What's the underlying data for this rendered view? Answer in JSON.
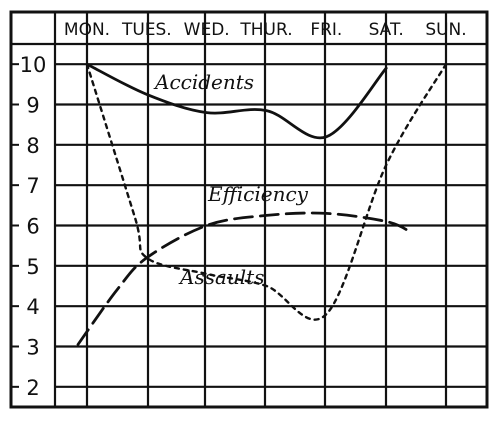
{
  "chart_data": {
    "type": "line",
    "categories": [
      "MON.",
      "TUES.",
      "WED.",
      "THUR.",
      "FRI.",
      "SAT.",
      "SUN."
    ],
    "y_ticks": [
      2,
      3,
      4,
      5,
      6,
      7,
      8,
      9,
      10
    ],
    "ylim": [
      1.5,
      10.5
    ],
    "grid": true,
    "series": [
      {
        "name": "Accidents",
        "style": "solid",
        "points": [
          [
            0,
            10.0
          ],
          [
            1,
            9.25
          ],
          [
            2,
            8.8
          ],
          [
            3,
            8.85
          ],
          [
            4,
            8.2
          ],
          [
            5,
            9.9
          ]
        ]
      },
      {
        "name": "Efficiency",
        "style": "dashed",
        "points": [
          [
            -0.15,
            3.05
          ],
          [
            0.5,
            4.4
          ],
          [
            1,
            5.2
          ],
          [
            2,
            6.0
          ],
          [
            3,
            6.25
          ],
          [
            4,
            6.3
          ],
          [
            5,
            6.1
          ],
          [
            5.4,
            5.85
          ]
        ]
      },
      {
        "name": "Assaults",
        "style": "dotted",
        "points": [
          [
            0,
            10.0
          ],
          [
            0.8,
            6.2
          ],
          [
            1,
            5.2
          ],
          [
            2,
            4.8
          ],
          [
            3,
            4.5
          ],
          [
            4,
            3.8
          ],
          [
            5,
            7.5
          ],
          [
            6,
            10.0
          ]
        ]
      }
    ],
    "title": "",
    "xlabel": "",
    "ylabel": ""
  }
}
